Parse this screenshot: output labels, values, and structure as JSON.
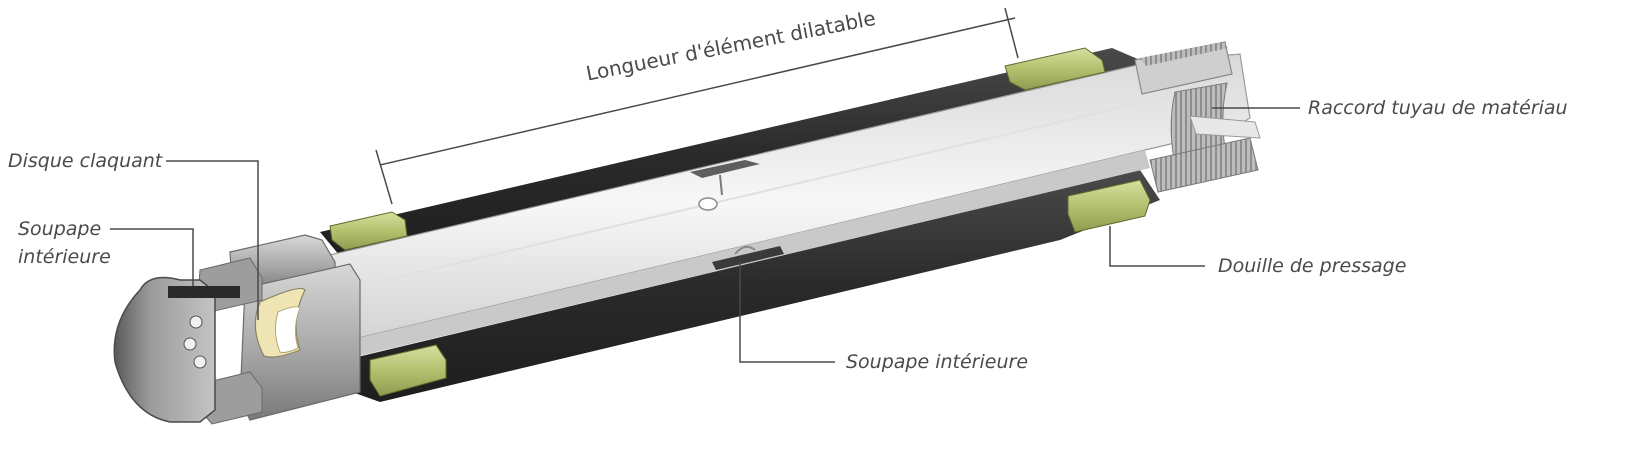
{
  "dimension": {
    "label": "Longueur d'élément dilatable"
  },
  "callouts": {
    "snap_disc": "Disque claquant",
    "inner_valve_left_line1": "Soupape",
    "inner_valve_left_line2": "intérieure",
    "hose_fitting": "Raccord tuyau de matériau",
    "press_sleeve": "Douille de pressage",
    "inner_valve_bottom": "Soupape intérieure"
  },
  "colors": {
    "steel_light": "#e6e6e6",
    "steel_mid": "#b4b4b4",
    "steel_dark": "#6e6e6e",
    "rubber": "#2f2f2f",
    "sleeve_olive": "#b9c77a",
    "valve_cream": "#efe5b4",
    "leader_line": "#4a4a4a"
  }
}
